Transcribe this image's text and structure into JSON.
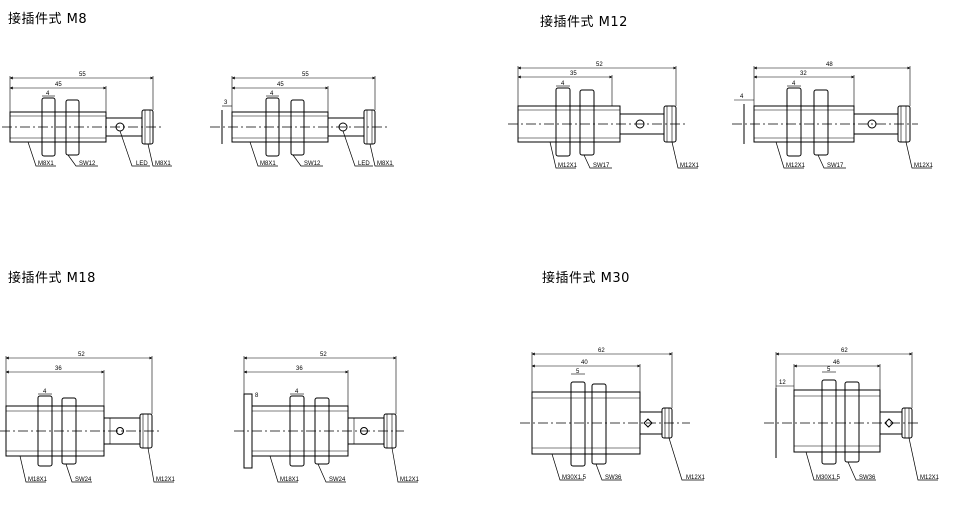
{
  "sections": [
    {
      "title": "接插件式 M8",
      "drawings": [
        {
          "dims": [
            "45",
            "55",
            "4"
          ],
          "labels": [
            "M8X1",
            "SW12",
            "LED",
            "M8X1"
          ]
        },
        {
          "dims": [
            "45",
            "55",
            "4",
            "3"
          ],
          "labels": [
            "M8X1",
            "SW12",
            "LED",
            "M8X1"
          ]
        }
      ]
    },
    {
      "title": "接插件式 M12",
      "drawings": [
        {
          "dims": [
            "35",
            "52",
            "4"
          ],
          "labels": [
            "M12X1",
            "SW17",
            "M12X1"
          ]
        },
        {
          "dims": [
            "32",
            "48",
            "4",
            "4"
          ],
          "labels": [
            "M12X1",
            "SW17",
            "M12X1"
          ]
        }
      ]
    },
    {
      "title": "接插件式 M18",
      "drawings": [
        {
          "dims": [
            "36",
            "52",
            "4"
          ],
          "labels": [
            "M18X1",
            "SW24",
            "M12X1"
          ]
        },
        {
          "dims": [
            "36",
            "52",
            "4",
            "8"
          ],
          "labels": [
            "M18X1",
            "SW24",
            "M12X1"
          ]
        }
      ]
    },
    {
      "title": "接插件式 M30",
      "drawings": [
        {
          "dims": [
            "40",
            "62",
            "5"
          ],
          "labels": [
            "M30X1.5",
            "SW36",
            "M12X1"
          ]
        },
        {
          "dims": [
            "46",
            "62",
            "5",
            "12"
          ],
          "labels": [
            "M30X1.5",
            "SW36",
            "M12X1"
          ]
        }
      ]
    }
  ]
}
